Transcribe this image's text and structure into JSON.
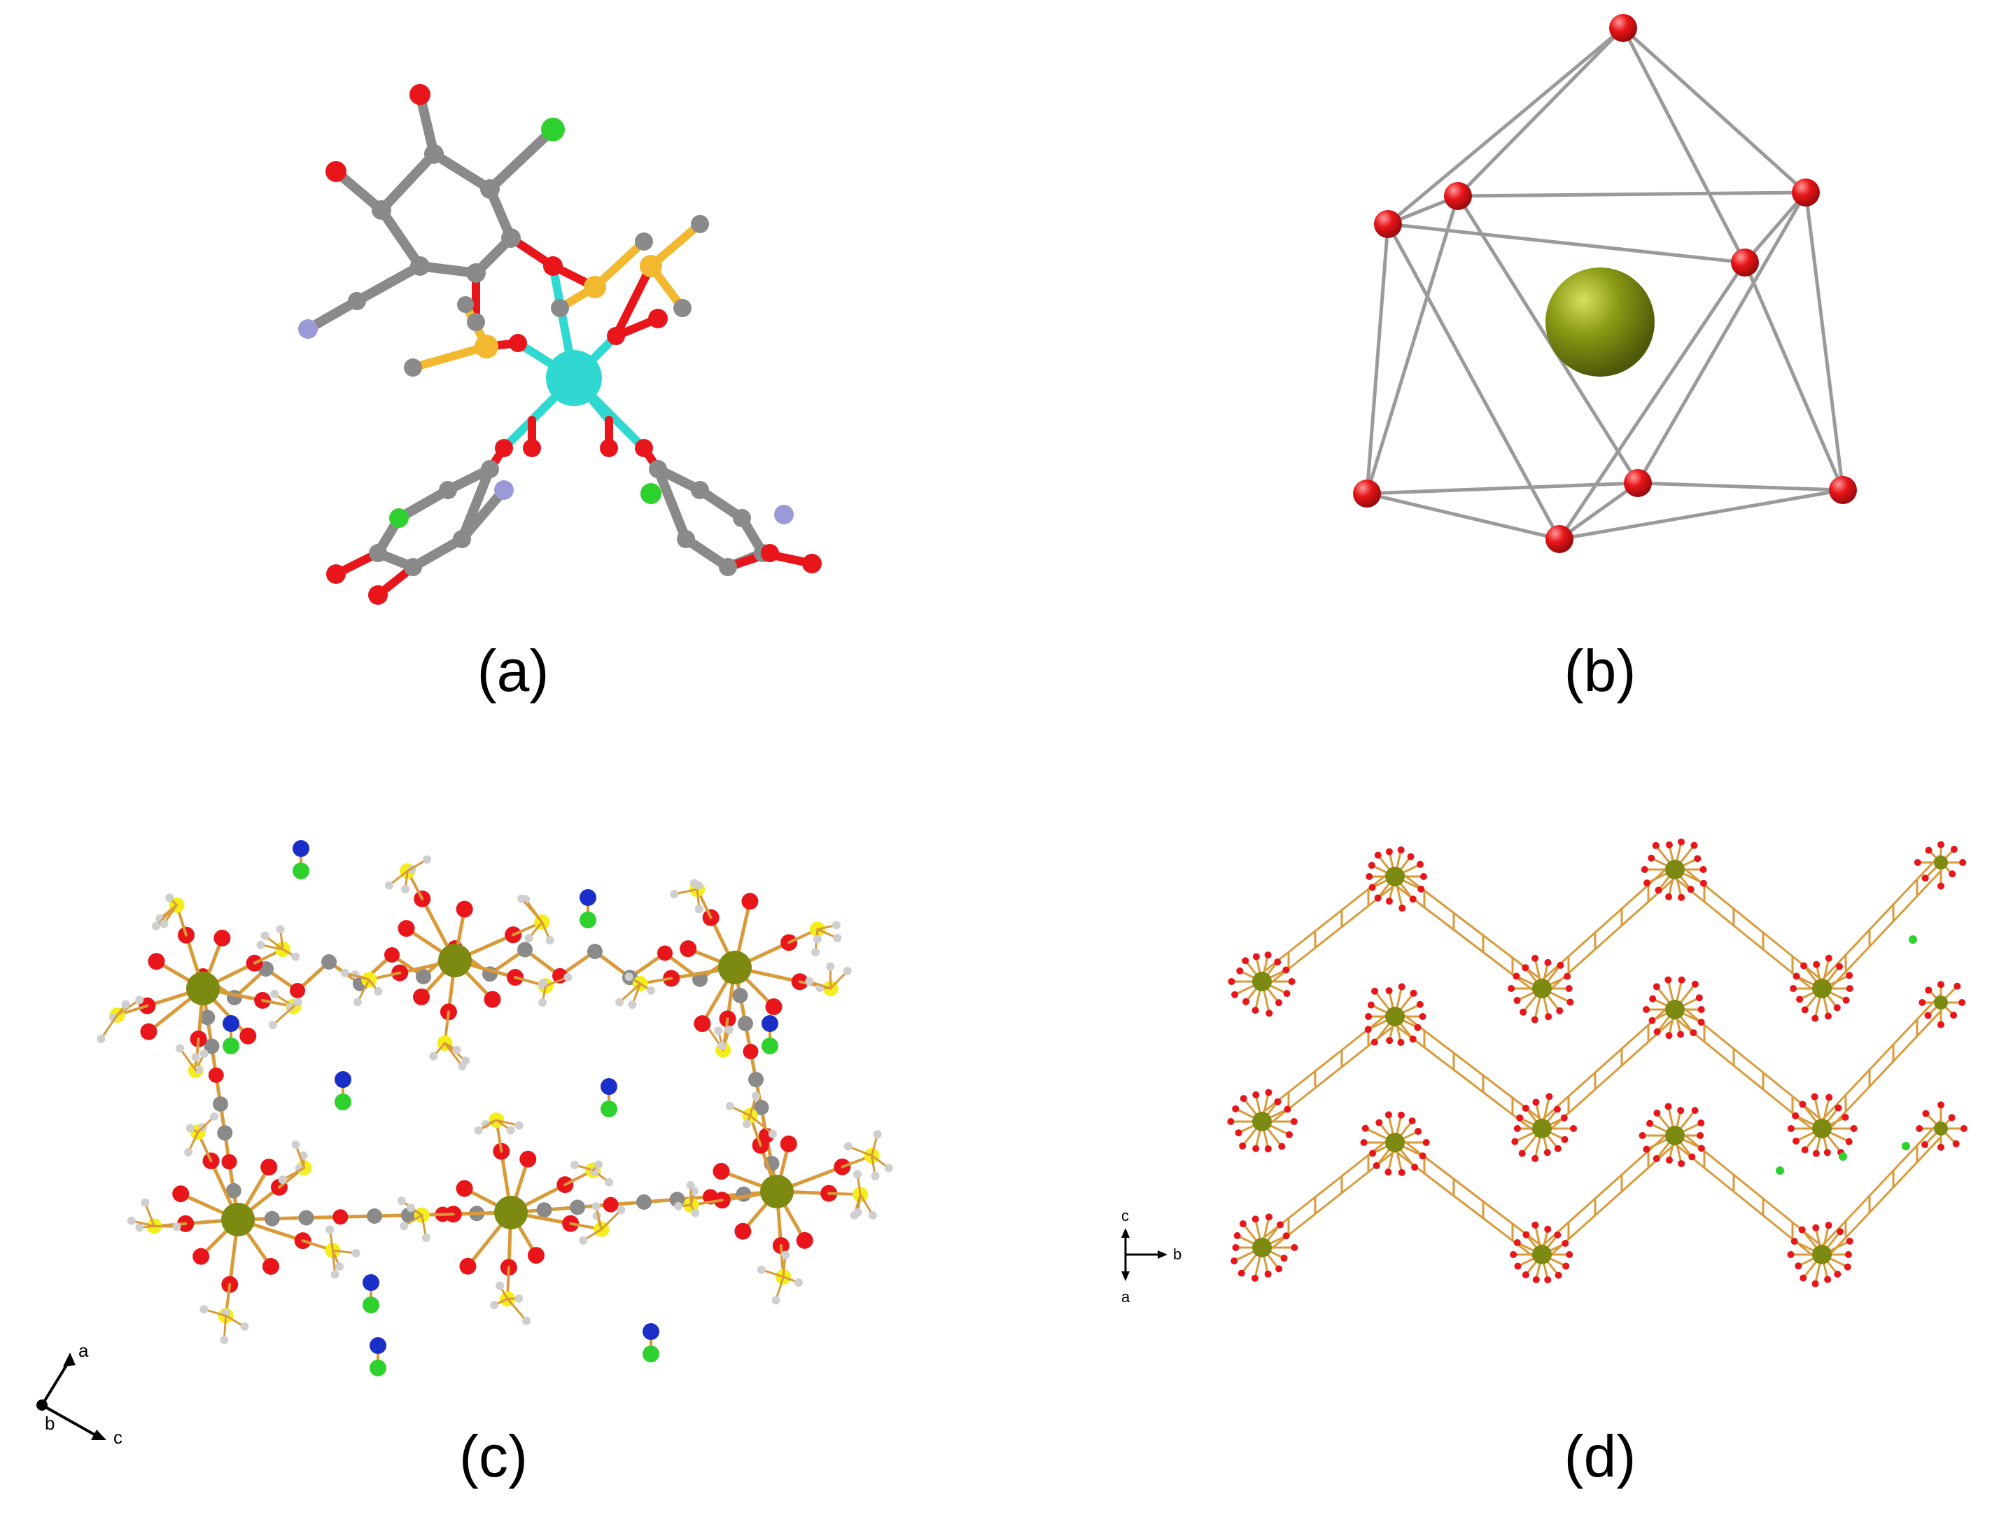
{
  "panels": [
    {
      "id": "a",
      "caption": "(a)"
    },
    {
      "id": "b",
      "caption": "(b)"
    },
    {
      "id": "c",
      "caption": "(c)",
      "axes": {
        "a": "a",
        "b": "b",
        "c": "c"
      }
    },
    {
      "id": "d",
      "caption": "(d)",
      "axes": {
        "c": "c",
        "b": "b",
        "a": "a"
      }
    }
  ],
  "colors": {
    "oxygen": "#e8161a",
    "carbon": "#8a8a8a",
    "chlorine": "#2fd12f",
    "nitrogen_light": "#9a9ad8",
    "nitrogen": "#1a2fc8",
    "sulfur": "#f2b830",
    "sulfur_bright": "#f4ee1c",
    "metal_center": "#2fd8d0",
    "metal_polyhedron": "#7d8a12",
    "bond_orange": "#d99a3a",
    "edge_gray": "#9a9a9a"
  }
}
